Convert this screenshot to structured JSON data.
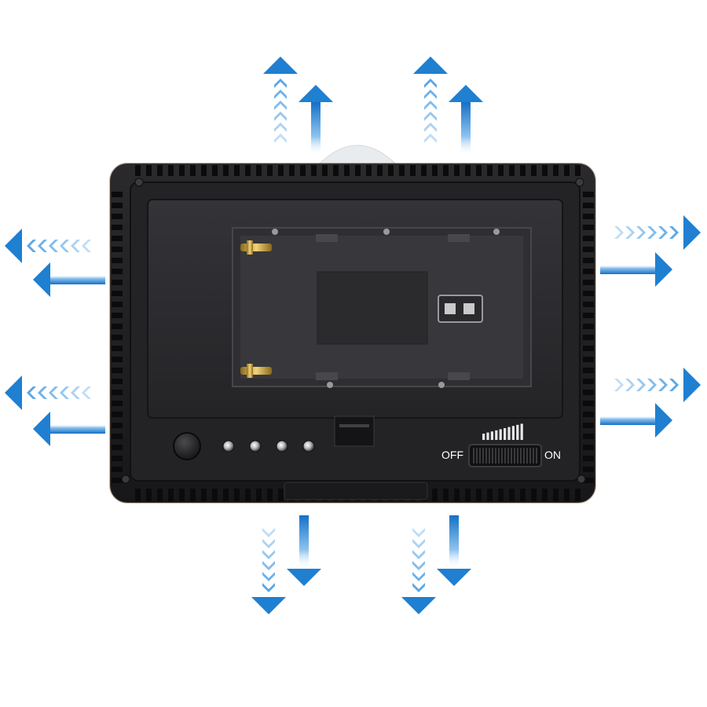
{
  "device": {
    "switch": {
      "off_label": "OFF",
      "on_label": "ON"
    },
    "indicator_led_count": 4,
    "brightness_scale_bars": 10
  },
  "colors": {
    "body": "#1f1f21",
    "panel": "#2b2b2e",
    "arrow_blue": "#1f7fd1",
    "arrow_light": "#cfe6fb"
  },
  "icons": [
    "airflow-arrow-icon",
    "power-button",
    "switch-slider",
    "battery-contact-icon"
  ]
}
